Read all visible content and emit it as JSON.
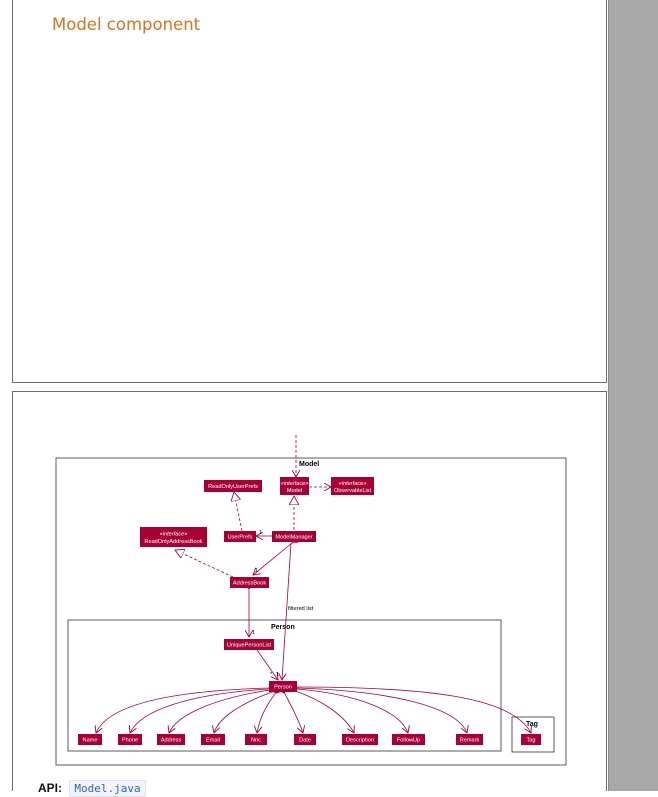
{
  "heading": "Model component",
  "api": {
    "label": "API",
    "separator": ":",
    "file": "Model.java"
  },
  "diagram": {
    "packages": {
      "model": "Model",
      "person": "Person",
      "tag": "Tag"
    },
    "stereotype": "«interface»",
    "classes": {
      "model": "Model",
      "observable_list": "ObservableList",
      "read_only_user_prefs": "ReadOnlyUserPrefs",
      "user_prefs": "UserPrefs",
      "model_manager": "ModelManager",
      "read_only_address_book": "ReadOnlyAddressBook",
      "address_book": "AddressBook",
      "unique_person_list": "UniquePersonList",
      "person": "Person",
      "name": "Name",
      "phone": "Phone",
      "address": "Address",
      "email": "Email",
      "nric": "Nric",
      "date": "Date",
      "description": "Description",
      "follow_up": "FollowUp",
      "remark": "Remark",
      "tag": "Tag"
    },
    "notes": {
      "filtered_list": "filtered list",
      "mult_one": "1",
      "mult_many": "*"
    },
    "colors": {
      "class_fill": "#a80036",
      "arrow": "#a80036",
      "heading": "#e1701c",
      "api_code": "#2e63b5"
    }
  }
}
